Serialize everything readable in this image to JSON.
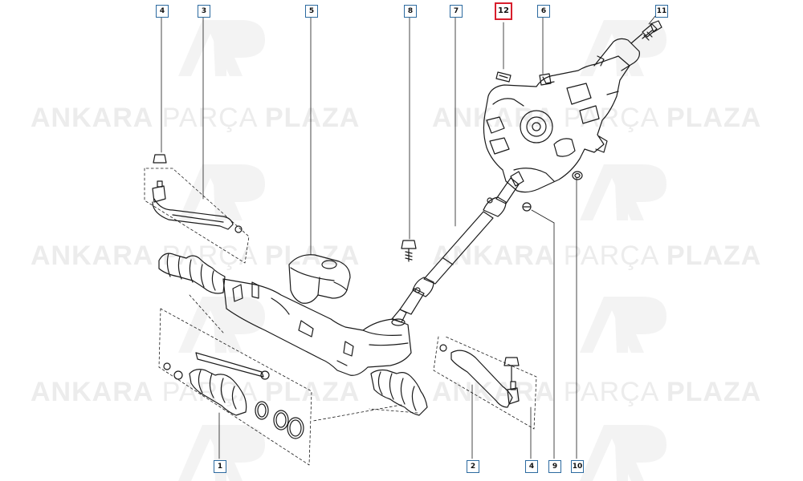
{
  "watermark": {
    "text_bold_1": "ANKARA",
    "text_mid": "PARÇA",
    "text_bold_2": "PLAZA",
    "logo_text": "AP",
    "color": "#ececec"
  },
  "callouts": [
    {
      "id": "c1",
      "label": "1"
    },
    {
      "id": "c2",
      "label": "2"
    },
    {
      "id": "c3",
      "label": "3"
    },
    {
      "id": "c4a",
      "label": "4"
    },
    {
      "id": "c4b",
      "label": "4"
    },
    {
      "id": "c5",
      "label": "5"
    },
    {
      "id": "c6",
      "label": "6"
    },
    {
      "id": "c7",
      "label": "7"
    },
    {
      "id": "c8",
      "label": "8"
    },
    {
      "id": "c9",
      "label": "9"
    },
    {
      "id": "c10",
      "label": "10"
    },
    {
      "id": "c11",
      "label": "11"
    },
    {
      "id": "c12",
      "label": "12",
      "highlighted": true
    }
  ],
  "colors": {
    "line": "#1a1a1a",
    "callout_border": "#2c6aa0",
    "highlight": "#d81e2c"
  }
}
